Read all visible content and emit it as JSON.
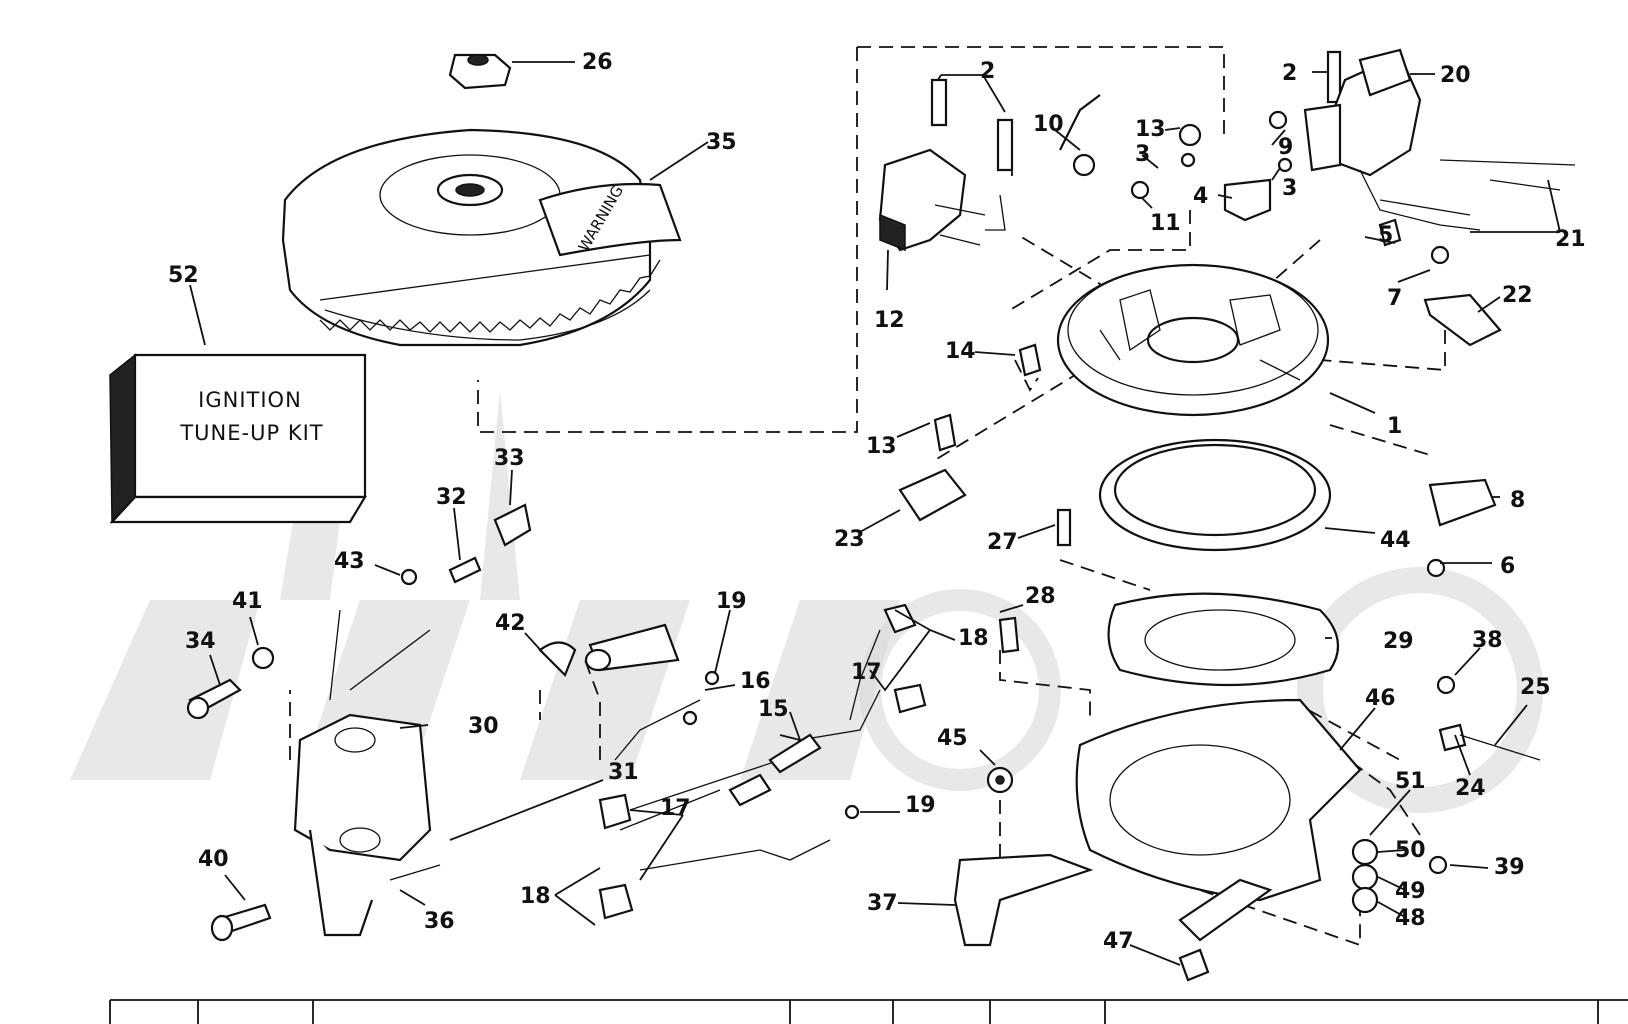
{
  "kit_box": {
    "line1": "IGNITION",
    "line2": "TUNE-UP KIT"
  },
  "flywheel_text": "WARNING",
  "callouts": [
    {
      "id": "26",
      "text": "26"
    },
    {
      "id": "35",
      "text": "35"
    },
    {
      "id": "52",
      "text": "52"
    },
    {
      "id": "2a",
      "text": "2"
    },
    {
      "id": "2b",
      "text": "2"
    },
    {
      "id": "20",
      "text": "20"
    },
    {
      "id": "10",
      "text": "10"
    },
    {
      "id": "13a",
      "text": "13"
    },
    {
      "id": "9",
      "text": "9"
    },
    {
      "id": "3a",
      "text": "3"
    },
    {
      "id": "3b",
      "text": "3"
    },
    {
      "id": "4",
      "text": "4"
    },
    {
      "id": "11",
      "text": "11"
    },
    {
      "id": "5",
      "text": "5"
    },
    {
      "id": "21",
      "text": "21"
    },
    {
      "id": "7",
      "text": "7"
    },
    {
      "id": "22",
      "text": "22"
    },
    {
      "id": "12",
      "text": "12"
    },
    {
      "id": "14",
      "text": "14"
    },
    {
      "id": "1",
      "text": "1"
    },
    {
      "id": "13b",
      "text": "13"
    },
    {
      "id": "8",
      "text": "8"
    },
    {
      "id": "33",
      "text": "33"
    },
    {
      "id": "32",
      "text": "32"
    },
    {
      "id": "23",
      "text": "23"
    },
    {
      "id": "27",
      "text": "27"
    },
    {
      "id": "44",
      "text": "44"
    },
    {
      "id": "6",
      "text": "6"
    },
    {
      "id": "43",
      "text": "43"
    },
    {
      "id": "41",
      "text": "41"
    },
    {
      "id": "34",
      "text": "34"
    },
    {
      "id": "42",
      "text": "42"
    },
    {
      "id": "19a",
      "text": "19"
    },
    {
      "id": "28",
      "text": "28"
    },
    {
      "id": "18a",
      "text": "18"
    },
    {
      "id": "17a",
      "text": "17"
    },
    {
      "id": "29",
      "text": "29"
    },
    {
      "id": "38",
      "text": "38"
    },
    {
      "id": "25",
      "text": "25"
    },
    {
      "id": "16",
      "text": "16"
    },
    {
      "id": "15",
      "text": "15"
    },
    {
      "id": "46",
      "text": "46"
    },
    {
      "id": "30",
      "text": "30"
    },
    {
      "id": "45",
      "text": "45"
    },
    {
      "id": "24",
      "text": "24"
    },
    {
      "id": "31",
      "text": "31"
    },
    {
      "id": "19b",
      "text": "19"
    },
    {
      "id": "17b",
      "text": "17"
    },
    {
      "id": "51",
      "text": "51"
    },
    {
      "id": "50",
      "text": "50"
    },
    {
      "id": "39",
      "text": "39"
    },
    {
      "id": "40",
      "text": "40"
    },
    {
      "id": "18b",
      "text": "18"
    },
    {
      "id": "49",
      "text": "49"
    },
    {
      "id": "37",
      "text": "37"
    },
    {
      "id": "36",
      "text": "36"
    },
    {
      "id": "48",
      "text": "48"
    },
    {
      "id": "47",
      "text": "47"
    }
  ]
}
